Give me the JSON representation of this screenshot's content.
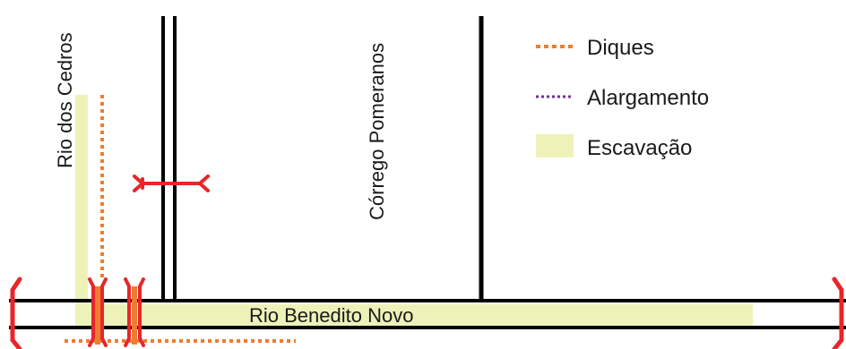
{
  "labels": {
    "rio_dos_cedros": "Rio dos Cedros",
    "corrego_pomeranos": "Córrego Pomeranos",
    "rio_benedito_novo": "Rio Benedito Novo"
  },
  "legend": [
    {
      "key": "diques",
      "label": "Diques",
      "color": "#ed7d31",
      "style": "dotted"
    },
    {
      "key": "alargamento",
      "label": "Alargamento",
      "color": "#7030a0",
      "style": "dotted"
    },
    {
      "key": "escavacao",
      "label": "Escavação",
      "color": "#eef2b8",
      "style": "fill"
    }
  ],
  "colors": {
    "river_line": "#000000",
    "bridge": "#e8262a",
    "dike": "#ed7d31",
    "excavation": "#eef2b8"
  }
}
